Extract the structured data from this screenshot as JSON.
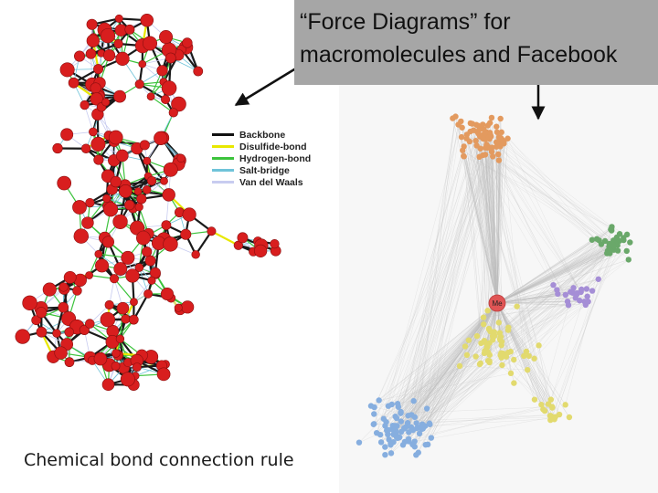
{
  "slide": {
    "title_lines": [
      "“Force Diagrams” for",
      "macromolecules and Facebook"
    ]
  },
  "left_panel": {
    "caption": "Chemical bond connection rule",
    "legend": [
      {
        "label": "Backbone",
        "color": "#111111"
      },
      {
        "label": "Disulfide-bond",
        "color": "#e8e800"
      },
      {
        "label": "Hydrogen-bond",
        "color": "#3cc33c"
      },
      {
        "label": "Salt-bridge",
        "color": "#6fc3d9"
      },
      {
        "label": "Van del Waals",
        "color": "#c8ccf0"
      }
    ],
    "atom_color": "#d81e1e",
    "backbone_color": "#1a1a1a"
  },
  "right_panel": {
    "center_node_label": "Me",
    "center_color": "#e05555",
    "cluster_colors": {
      "orange": "#e39a5f",
      "green": "#6aa86a",
      "purple": "#a58ed6",
      "yellow": "#e2da6e",
      "blue": "#86aedf"
    },
    "edge_color": "#bdbdbd",
    "panel_bg": "#f7f7f7"
  }
}
